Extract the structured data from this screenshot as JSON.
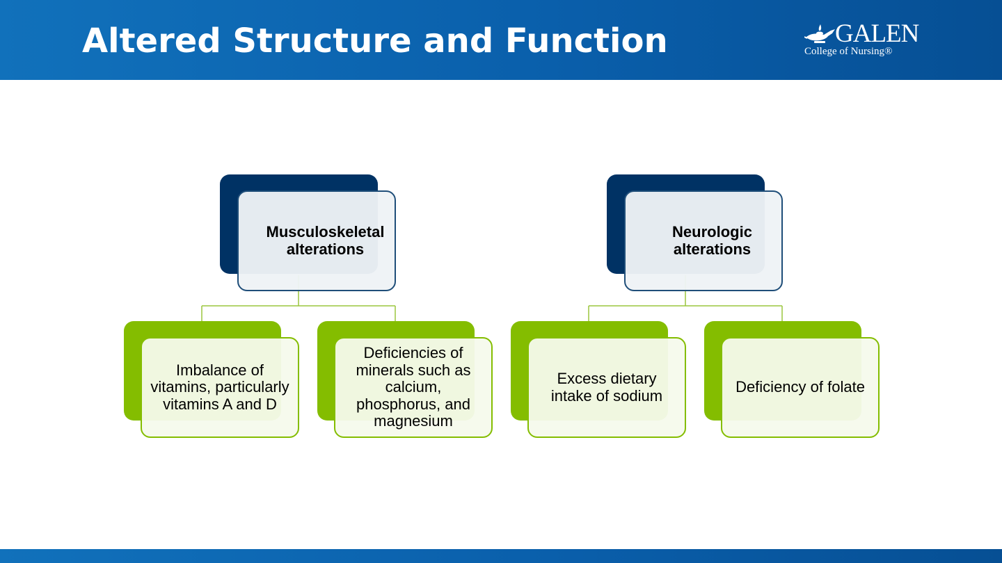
{
  "slide": {
    "title": "Altered Structure and Function"
  },
  "logo": {
    "name": "GALEN",
    "subtitle": "College of Nursing®",
    "icon": "oil-lamp-icon"
  },
  "colors": {
    "header_blue": "#0a5fab",
    "parent_back": "#003264",
    "parent_border": "#1f4e79",
    "child_back": "#84bd00",
    "child_border": "#84bd00"
  },
  "diagram": {
    "groups": [
      {
        "parent": "Musculoskeletal alterations",
        "children": [
          "Imbalance of vitamins, particularly vitamins A  and D",
          "Deficiencies of minerals such as calcium, phosphorus, and magnesium"
        ]
      },
      {
        "parent": "Neurologic alterations",
        "children": [
          "Excess dietary intake of sodium",
          "Deficiency of folate"
        ]
      }
    ]
  }
}
